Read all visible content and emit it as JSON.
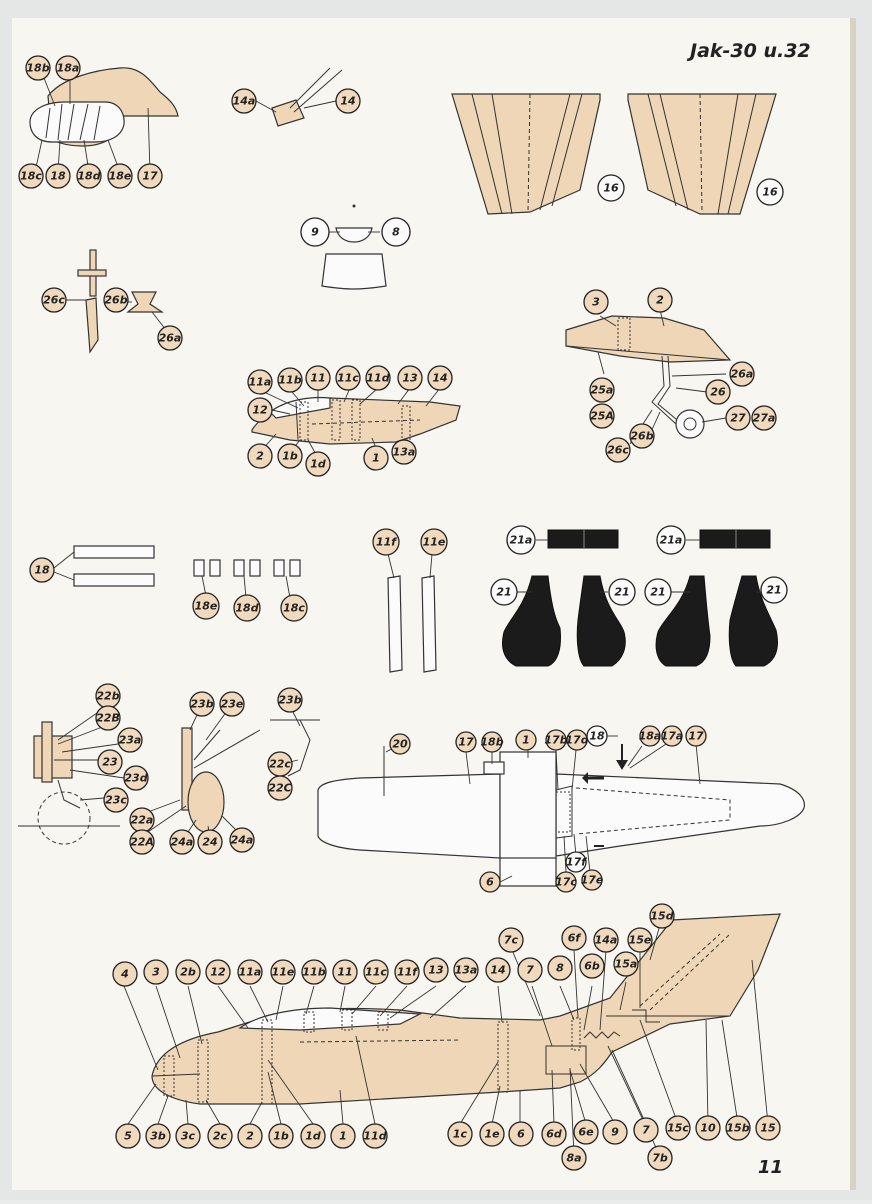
{
  "page": {
    "title": "Jak-30 u.32",
    "page_number": "11"
  },
  "colors": {
    "paper": "#f7f6f1",
    "part_fill": "#efd6b6",
    "ink": "#222222",
    "black_part": "#1b1b1b"
  },
  "labels": {
    "canopy": [
      "18b",
      "18a",
      "18c",
      "18",
      "18d",
      "18e",
      "17"
    ],
    "pitot": [
      "14a",
      "14"
    ],
    "wing_halves": [
      "16",
      "16"
    ],
    "seat": [
      "9",
      "8"
    ],
    "gear_axle": [
      "26c",
      "26b",
      "26a"
    ],
    "nose_gear_leg": [
      "3",
      "2",
      "26a",
      "25a",
      "25A",
      "26",
      "27",
      "27a",
      "26b",
      "26c"
    ],
    "nose_section": [
      "11a",
      "11b",
      "11",
      "11c",
      "11d",
      "13",
      "14",
      "12",
      "2",
      "1b",
      "1d",
      "1",
      "13a"
    ],
    "strips": [
      "18",
      "18e",
      "18d",
      "18c",
      "11f",
      "11e"
    ],
    "wheel_wells": [
      "21a",
      "21a",
      "21",
      "21",
      "21",
      "21"
    ],
    "main_gear": [
      "22b",
      "22B",
      "23a",
      "23",
      "23d",
      "23c",
      "22a",
      "22A",
      "23b",
      "23e",
      "24a",
      "24",
      "24a",
      "23b",
      "22c",
      "22C"
    ],
    "wing_assembly": [
      "20",
      "17",
      "18b",
      "1",
      "17b",
      "17d",
      "18",
      "18a",
      "17a",
      "17",
      "6",
      "17f",
      "17c",
      "17e"
    ],
    "fuselage_top": [
      "7c",
      "6f",
      "14a",
      "15e",
      "15d",
      "4",
      "3",
      "2b",
      "12",
      "11a",
      "11e",
      "11b",
      "11",
      "11c",
      "11f",
      "13",
      "13a",
      "14",
      "7",
      "8",
      "6b",
      "15a"
    ],
    "fuselage_bottom": [
      "5",
      "3b",
      "3c",
      "2c",
      "2",
      "1b",
      "1d",
      "1",
      "11d",
      "1c",
      "1e",
      "6",
      "6d",
      "6e",
      "9",
      "7",
      "15c",
      "10",
      "15b",
      "15",
      "8a",
      "7b"
    ]
  }
}
